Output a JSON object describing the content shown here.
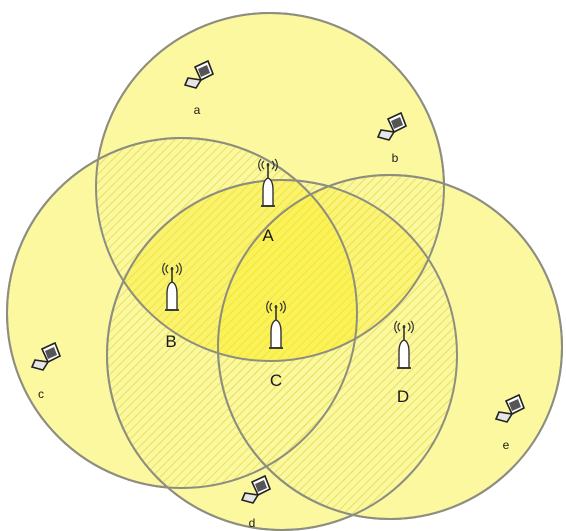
{
  "diagram": {
    "colors": {
      "zone_fill": "#fbf8a0",
      "zone_stroke": "#8e8e80",
      "hatch": "#e7e25c"
    },
    "access_points": [
      {
        "label": "A",
        "icon": "wireless-access-point-icon"
      },
      {
        "label": "B",
        "icon": "wireless-access-point-icon"
      },
      {
        "label": "C",
        "icon": "wireless-access-point-icon"
      },
      {
        "label": "D",
        "icon": "wireless-access-point-icon"
      }
    ],
    "clients": [
      {
        "label": "a",
        "icon": "laptop-icon"
      },
      {
        "label": "b",
        "icon": "laptop-icon"
      },
      {
        "label": "c",
        "icon": "laptop-icon"
      },
      {
        "label": "d",
        "icon": "laptop-icon"
      },
      {
        "label": "e",
        "icon": "laptop-icon"
      }
    ]
  }
}
